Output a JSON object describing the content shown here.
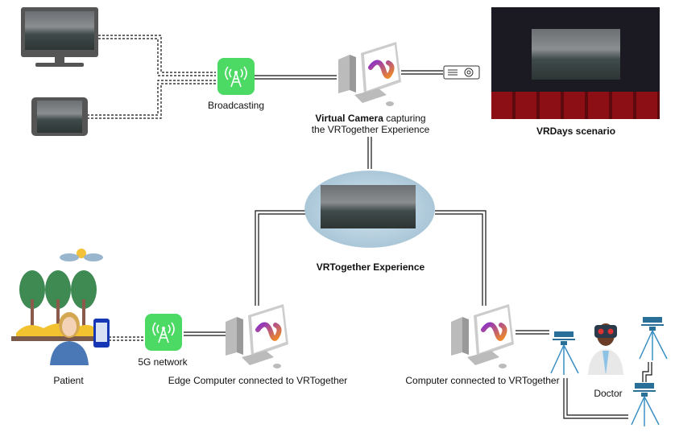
{
  "diagram": {
    "labels": {
      "broadcasting": "Broadcasting",
      "virtual_camera_bold": "Virtual Camera",
      "virtual_camera_rest": " capturing",
      "virtual_camera_line2": "the VRTogether Experience",
      "vrdays": "VRDays scenario",
      "experience": "VRTogether Experience",
      "patient": "Patient",
      "network_5g": "5G network",
      "edge_computer": "Edge Computer connected to VRTogether",
      "computer": "Computer connected to VRTogether",
      "doctor": "Doctor"
    },
    "colors": {
      "tower_green": "#4cd964",
      "camera_blue": "#2a6f97",
      "tripod_blue": "#3b8fc4",
      "logo_gradient_start": "#8b2fc9",
      "logo_gradient_end": "#f08a24",
      "device_frame": "#555555",
      "cinema_red": "#8b0f14"
    }
  }
}
